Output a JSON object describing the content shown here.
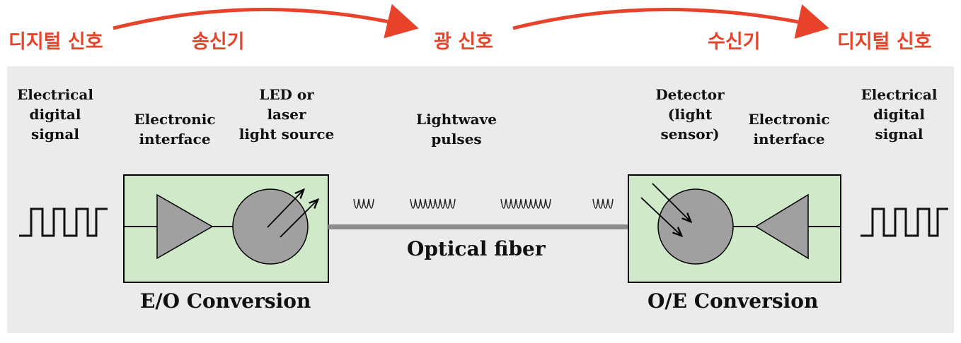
{
  "top": {
    "left_digital": "디지털 신호",
    "transmitter": "송신기",
    "optical_signal": "광 신호",
    "receiver": "수신기",
    "right_digital": "디지털 신호"
  },
  "labels": {
    "electrical_left": [
      "Electrical",
      "digital",
      "signal"
    ],
    "electronic_left": [
      "Electronic",
      "interface"
    ],
    "led": [
      "LED or",
      "laser",
      "light source"
    ],
    "lightwave": [
      "Lightwave",
      "pulses"
    ],
    "detector": [
      "Detector",
      "(light",
      "sensor)"
    ],
    "electronic_right": [
      "Electronic",
      "interface"
    ],
    "electrical_right": [
      "Electrical",
      "digital",
      "signal"
    ]
  },
  "optical_fiber": "Optical fiber",
  "eo_conversion": "E/O Conversion",
  "oe_conversion": "O/E Conversion",
  "colors": {
    "accent": "#e8432a",
    "box_fill": "#cfe9c9",
    "component_fill": "#a0a0a0",
    "fiber": "#8c8c8c",
    "panel": "#ebebeb"
  }
}
